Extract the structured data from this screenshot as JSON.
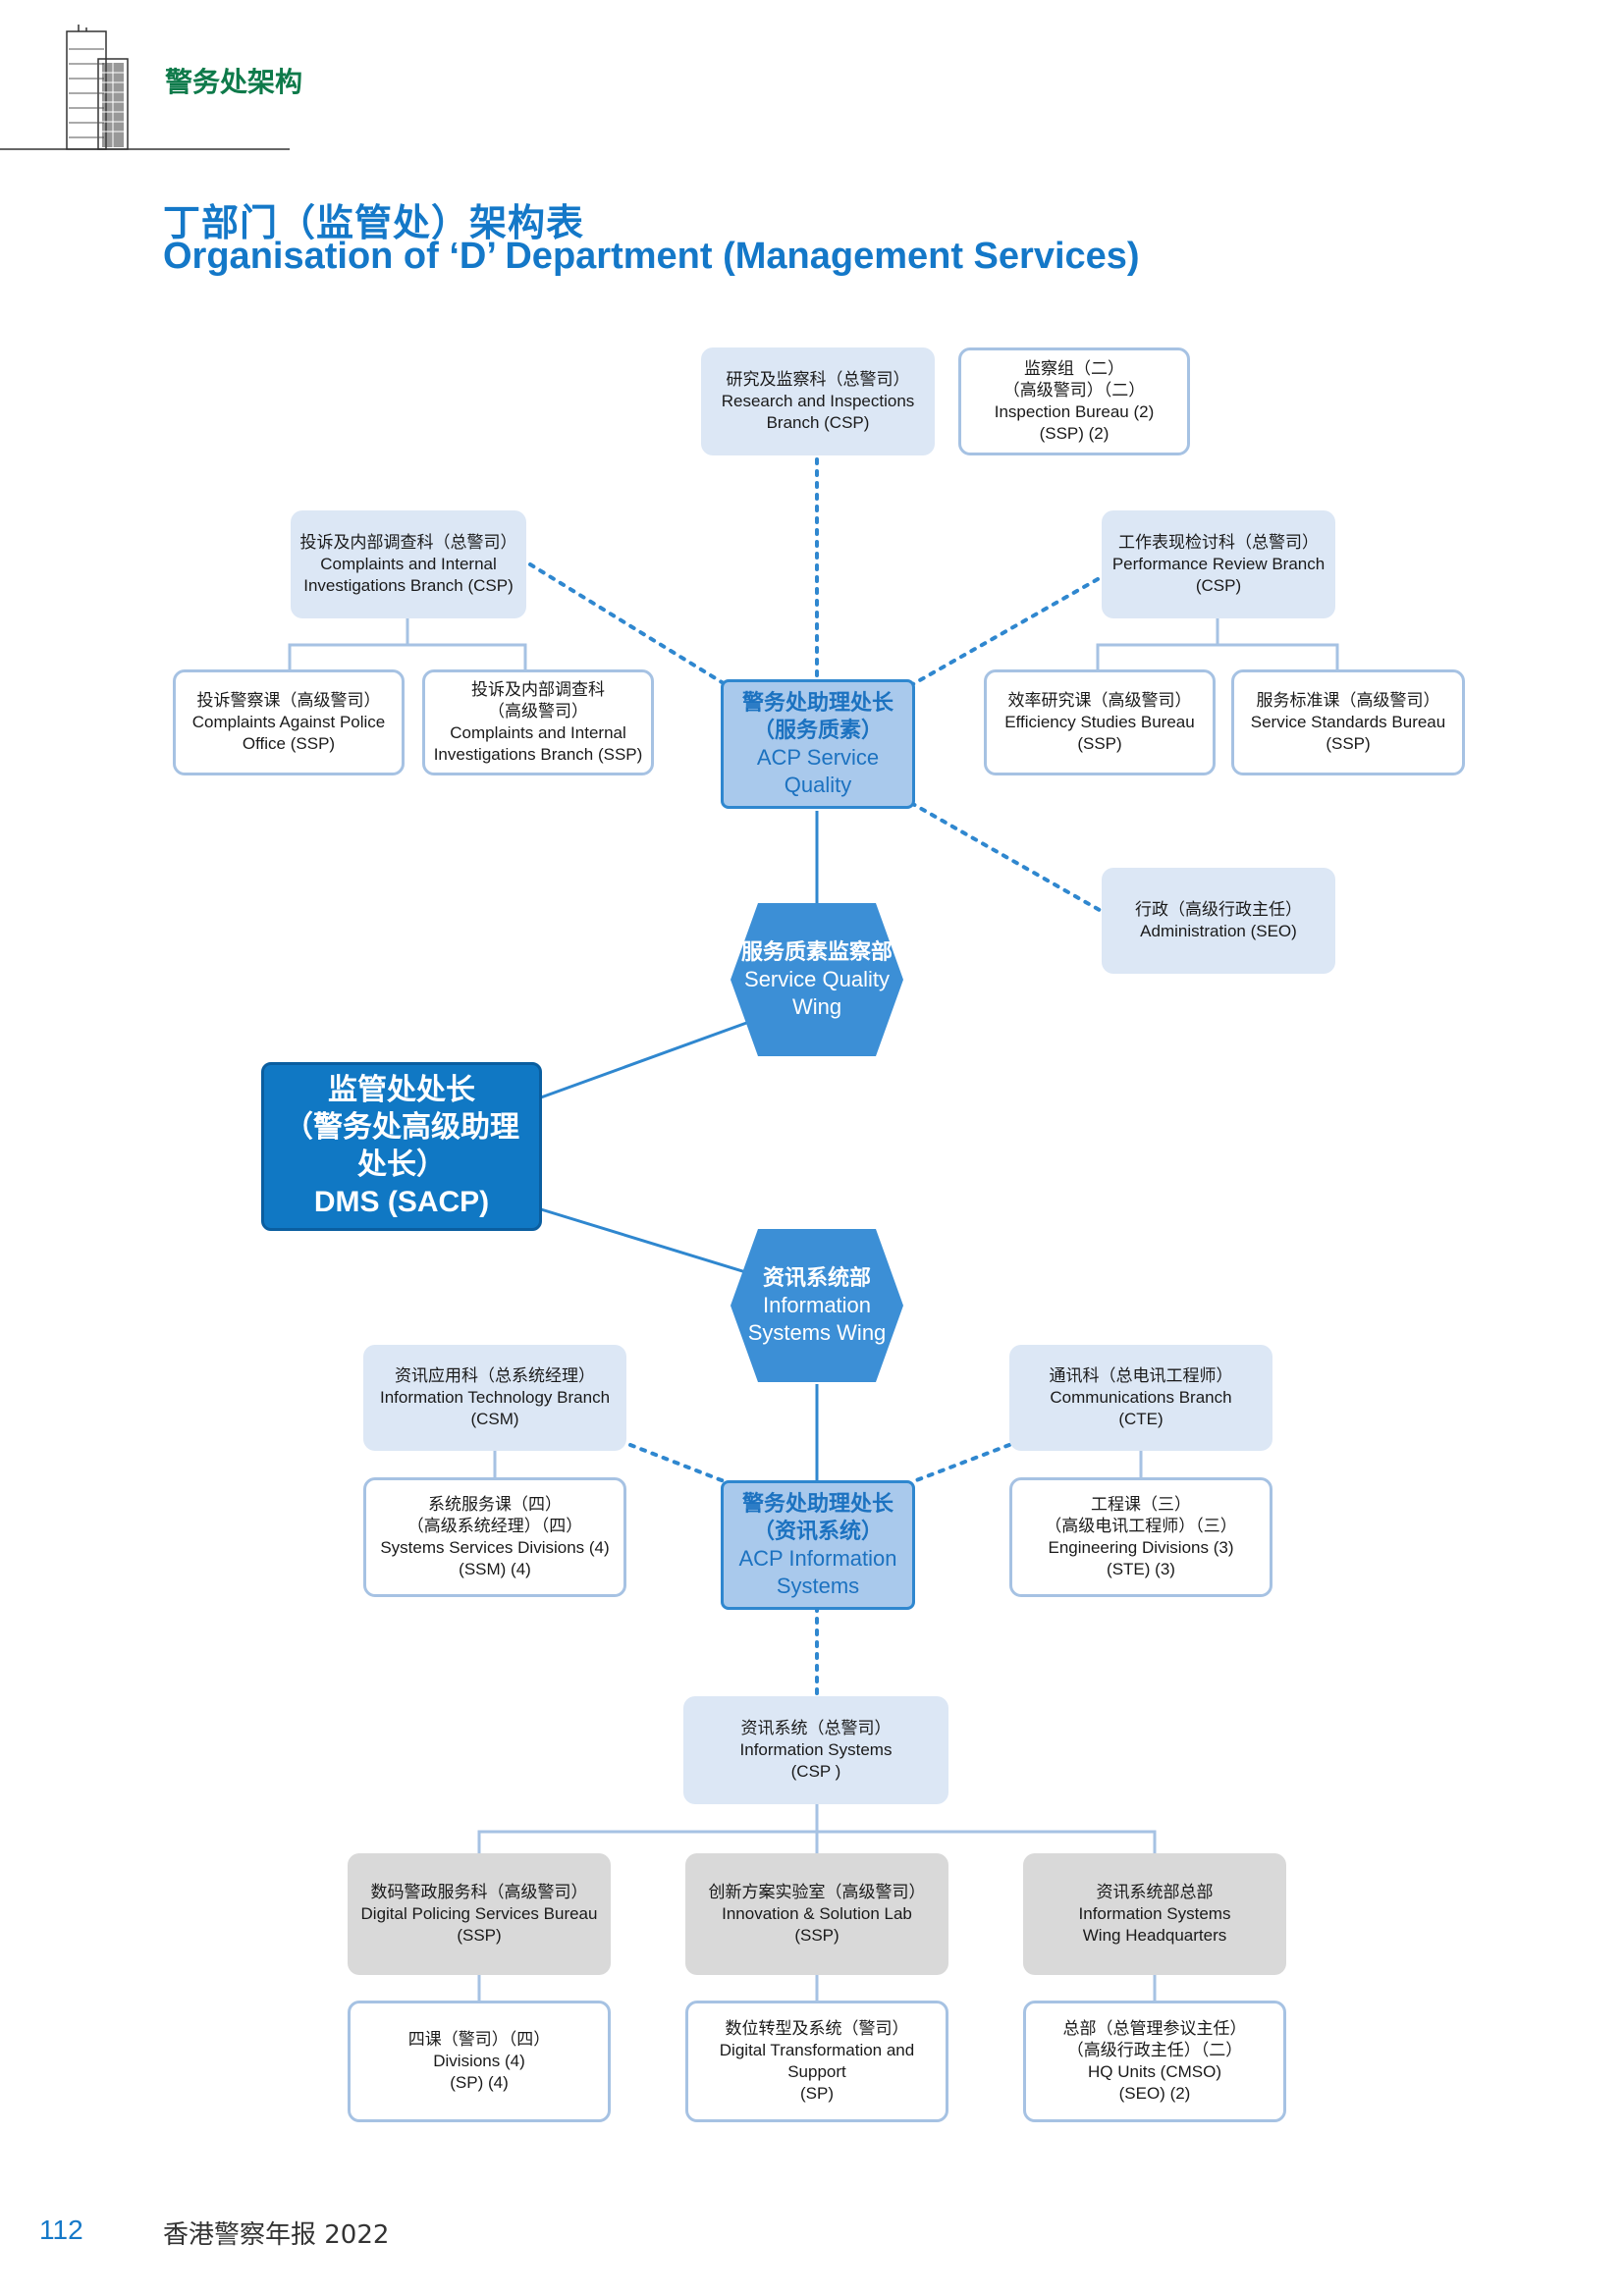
{
  "header": {
    "section_label": "警务处架构"
  },
  "title": {
    "cn": "丁部门（监管处）架构表",
    "en": "Organisation of ‘D’ Department (Management Services)"
  },
  "center": {
    "cn1": "监管处处长",
    "cn2": "（警务处高级助理处长）",
    "en": "DMS (SACP)"
  },
  "wing_quality": {
    "cn": "服务质素监察部",
    "en1": "Service Quality",
    "en2": "Wing"
  },
  "wing_is": {
    "cn": "资讯系统部",
    "en1": "Information",
    "en2": "Systems Wing"
  },
  "acp_quality": {
    "cn1": "警务处助理处长",
    "cn2": "（服务质素）",
    "en1": "ACP Service",
    "en2": "Quality"
  },
  "acp_is": {
    "cn1": "警务处助理处长",
    "cn2": "（资讯系统）",
    "en1": "ACP Information",
    "en2": "Systems"
  },
  "research": {
    "l1": "研究及监察科（总警司）",
    "l2": "Research and Inspections",
    "l3": "Branch (CSP)"
  },
  "inspection": {
    "l1": "监察组（二）",
    "l2": "（高级警司）（二）",
    "l3": "Inspection Bureau (2)",
    "l4": "(SSP) (2)"
  },
  "complaints_branch": {
    "l1": "投诉及内部调查科（总警司）",
    "l2": "Complaints and Internal",
    "l3": "Investigations Branch (CSP)"
  },
  "capo": {
    "l1": "投诉警察课（高级警司）",
    "l2": "Complaints Against Police",
    "l3": "Office (SSP)"
  },
  "cii_bureau": {
    "l1": "投诉及内部调查科",
    "l2": "（高级警司）",
    "l3": "Complaints and Internal",
    "l4": "Investigations Branch (SSP)"
  },
  "performance": {
    "l1": "工作表现检讨科（总警司）",
    "l2": "Performance Review Branch",
    "l3": "(CSP)"
  },
  "efficiency": {
    "l1": "效率研究课（高级警司）",
    "l2": "Efficiency Studies Bureau (SSP)"
  },
  "standards": {
    "l1": "服务标准课（高级警司）",
    "l2": "Service Standards Bureau (SSP)"
  },
  "admin": {
    "l1": "行政（高级行政主任）",
    "l2": "Administration (SEO)"
  },
  "it_branch": {
    "l1": "资讯应用科（总系统经理）",
    "l2": "Information Technology Branch",
    "l3": "(CSM)"
  },
  "systems_services": {
    "l1": "系统服务课（四）",
    "l2": "（高级系统经理）（四）",
    "l3": "Systems Services Divisions (4)",
    "l4": "(SSM) (4)"
  },
  "comms": {
    "l1": "通讯科（总电讯工程师）",
    "l2": "Communications Branch",
    "l3": "(CTE)"
  },
  "engineering": {
    "l1": "工程课（三）",
    "l2": "（高级电讯工程师）（三）",
    "l3": "Engineering Divisions (3)",
    "l4": "(STE) (3)"
  },
  "info_systems": {
    "l1": "资讯系统（总警司）",
    "l2": "Information Systems",
    "l3": "(CSP )"
  },
  "digital_policing": {
    "l1": "数码警政服务科（高级警司）",
    "l2": "Digital Policing Services Bureau",
    "l3": "(SSP)"
  },
  "innovation": {
    "l1": "创新方案实验室（高级警司）",
    "l2": "Innovation & Solution Lab",
    "l3": "(SSP)"
  },
  "is_wing_hq": {
    "l1": "资讯系统部总部",
    "l2": "Information Systems",
    "l3": "Wing Headquarters"
  },
  "divisions4": {
    "l1": "四课（警司）（四）",
    "l2": "Divisions (4)",
    "l3": "(SP) (4)"
  },
  "digital_transform": {
    "l1": "数位转型及系统（警司）",
    "l2": "Digital Transformation and Support",
    "l3": "(SP)"
  },
  "hq_units": {
    "l1": "总部（总管理参议主任）",
    "l2": "（高级行政主任）（二）",
    "l3": "HQ Units (CMSO)",
    "l4": "(SEO) (2)"
  },
  "footer": {
    "page_number": "112",
    "publication": "香港警察年报 2022"
  },
  "colors": {
    "accent_blue": "#1478c8",
    "section_green": "#0e7a4a",
    "hex_blue": "#3c8fd6",
    "dms_blue": "#1078c4"
  }
}
